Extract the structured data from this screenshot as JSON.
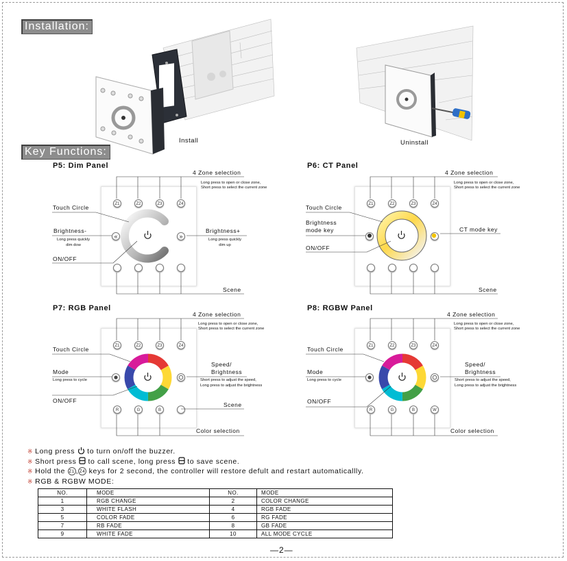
{
  "sections": {
    "installation": "Installation:",
    "key_functions": "Key Functions:"
  },
  "install": {
    "install_label": "Install",
    "uninstall_label": "Uninstall"
  },
  "panels": {
    "p5": {
      "title": "P5: Dim Panel",
      "zone_selection": "4 Zone selection",
      "zone_hint_1": "Long press to open or close zone,",
      "zone_hint_2": "Short press to select the current zone",
      "touch_circle": "Touch Circle",
      "left_label": "Brightness-",
      "left_hint_1": "Long press quickly",
      "left_hint_2": "dim dow",
      "right_label": "Brightness+",
      "right_hint_1": "Long press quickly",
      "right_hint_2": "dim up",
      "onoff": "ON/OFF",
      "bottom": "Scene",
      "zones": [
        "Z1",
        "Z2",
        "Z3",
        "Z4"
      ],
      "left_key": "«",
      "right_key": "»"
    },
    "p6": {
      "title": "P6: CT Panel",
      "zone_selection": "4 Zone selection",
      "zone_hint_1": "Long press to open or close zone,",
      "zone_hint_2": "Short press to select the current zone",
      "touch_circle": "Touch Circle",
      "left_label_1": "Brightness",
      "left_label_2": "mode key",
      "right_label": "CT mode key",
      "onoff": "ON/OFF",
      "bottom": "Scene",
      "zones": [
        "Z1",
        "Z2",
        "Z3",
        "Z4"
      ]
    },
    "p7": {
      "title": "P7: RGB Panel",
      "zone_selection": "4 Zone selection",
      "zone_hint_1": "Long press to open or close zone,",
      "zone_hint_2": "Short press to select the current zone",
      "touch_circle": "Touch Circle",
      "left_label": "Mode",
      "left_hint": "Long press to cycle",
      "right_label_1": "Speed/",
      "right_label_2": "Brightness",
      "right_hint_1": "Short press to adjust the speed,",
      "right_hint_2": "Long press to adjust the brightness",
      "onoff": "ON/OFF",
      "scene": "Scene",
      "bottom": "Color selection",
      "zones": [
        "Z1",
        "Z2",
        "Z3",
        "Z4"
      ],
      "colors": [
        "R",
        "G",
        "B"
      ]
    },
    "p8": {
      "title": "P8: RGBW Panel",
      "zone_selection": "4 Zone selection",
      "zone_hint_1": "Long press to open or close zone,",
      "zone_hint_2": "Short press to select the current zone",
      "touch_circle": "Touch Circle",
      "left_label": "Mode",
      "left_hint": "Long press to cycle",
      "right_label_1": "Speed/",
      "right_label_2": "Brightness",
      "right_hint_1": "Short press to adjust the speed,",
      "right_hint_2": "Long press to adjust the brightness",
      "onoff": "ON/OFF",
      "bottom": "Color selection",
      "zones": [
        "Z1",
        "Z2",
        "Z3",
        "Z4"
      ],
      "colors": [
        "R",
        "G",
        "B",
        "W"
      ]
    }
  },
  "notes": {
    "n1_a": "Long press",
    "n1_b": "to turn on/off the buzzer.",
    "n2_a": "Short press",
    "n2_b": "to call scene, long press",
    "n2_c": "to save scene.",
    "n3_a": "Hold the",
    "n3_z1": "Z1",
    "n3_sep": ",",
    "n3_z4": "Z4",
    "n3_b": "keys for 2 second,   the controller will restore defult and restart automaticallly.",
    "n4": "RGB & RGBW MODE:"
  },
  "mode_table": {
    "headers": [
      "NO.",
      "MODE",
      "NO.",
      "MODE"
    ],
    "rows": [
      [
        "1",
        "RGB CHANGE",
        "2",
        "COLOR CHANGE"
      ],
      [
        "3",
        "WHITE FLASH",
        "4",
        "RGB FADE"
      ],
      [
        "5",
        "COLOR FADE",
        "6",
        "RG FADE"
      ],
      [
        "7",
        "RB FADE",
        "8",
        "GB FADE"
      ],
      [
        "9",
        "WHITE FADE",
        "10",
        "ALL MODE CYCLE"
      ]
    ]
  },
  "page_number": "—2—"
}
